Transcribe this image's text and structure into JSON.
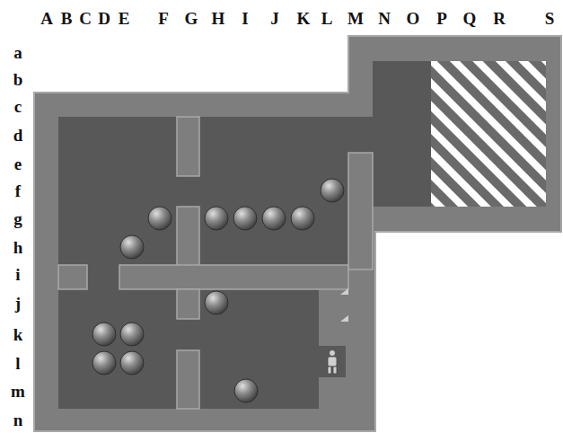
{
  "diagram": {
    "labels": [
      "A",
      "B",
      "C",
      "D",
      "E",
      "F",
      "G",
      "H",
      "I",
      "J",
      "K",
      "L",
      "M",
      "N",
      "O",
      "P",
      "Q",
      "R",
      "S",
      "a",
      "b",
      "c",
      "d",
      "e",
      "f",
      "g",
      "h",
      "i",
      "j",
      "k",
      "l",
      "m",
      "n"
    ]
  }
}
